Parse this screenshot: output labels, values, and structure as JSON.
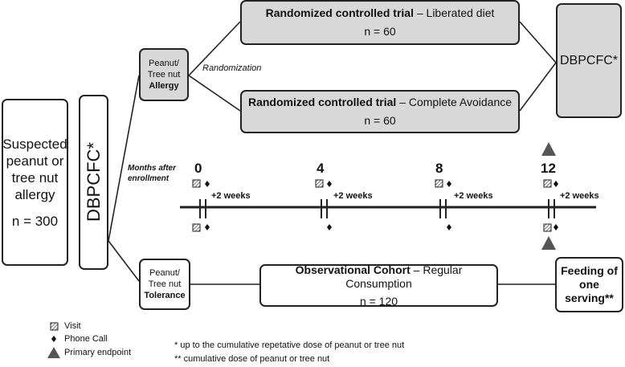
{
  "diagram": {
    "suspected": {
      "label": "Suspected peanut or tree nut allergy",
      "n": "n = 300"
    },
    "dbpcfc_vertical": "DBPCFC*",
    "allergy_box": {
      "line1": "Peanut/",
      "line2": "Tree nut",
      "line3": "Allergy"
    },
    "tolerance_box": {
      "line1": "Peanut/",
      "line2": "Tree nut",
      "line3": "Tolerance"
    },
    "randomization_label": "Randomization",
    "rct_liberated": {
      "title_bold": "Randomized controlled trial",
      "title_rest": " – Liberated diet",
      "n": "n = 60"
    },
    "rct_avoidance": {
      "title_bold": "Randomized controlled trial",
      "title_rest": " – Complete Avoidance",
      "n": "n = 60"
    },
    "observational": {
      "title_bold": "Observational Cohort",
      "title_rest": " – Regular Consumption",
      "n": "n = 120"
    },
    "dbpcfc_end": "DBPCFC*",
    "feeding": "Feeding of one serving**",
    "months_label": "Months after enrollment",
    "months": [
      "0",
      "4",
      "8",
      "12"
    ],
    "two_weeks": "+2 weeks"
  },
  "legend": {
    "visit": "Visit",
    "phone_call": "Phone Call",
    "primary_endpoint": "Primary endpoint",
    "footnote1": "* up to the cumulative repetative dose of peanut or tree nut",
    "footnote2": "** cumulative dose of peanut or tree nut"
  },
  "colors": {
    "box_gray": "#d8d8d8",
    "line": "#222222",
    "marker": "#555555"
  }
}
